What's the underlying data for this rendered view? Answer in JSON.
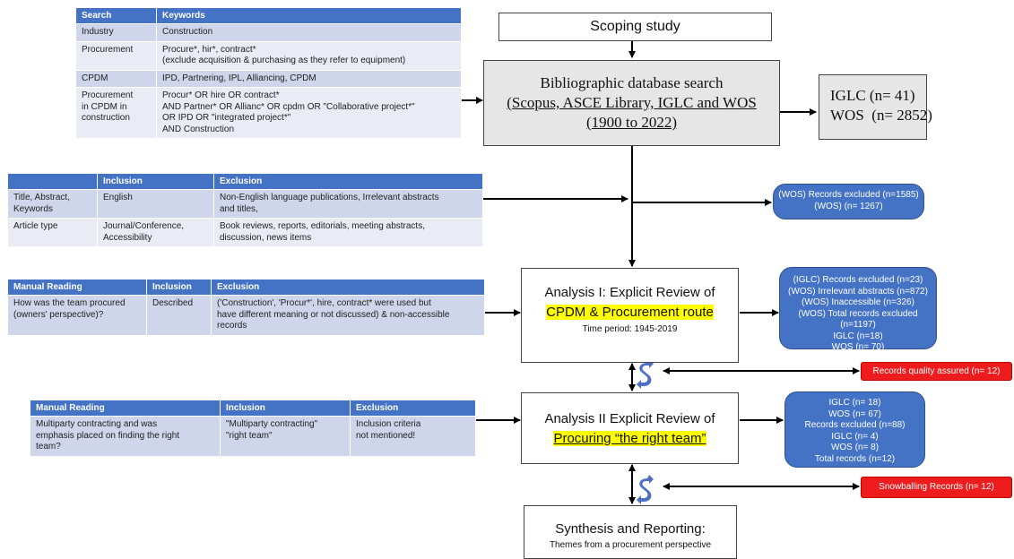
{
  "top_table": {
    "headers": [
      "Search",
      "Keywords"
    ],
    "rows": [
      [
        "Industry",
        "Construction"
      ],
      [
        "Procurement",
        "Procure*, hir*, contract*\n(exclude acquisition & purchasing as they refer to equipment)"
      ],
      [
        "CPDM",
        "IPD, Partnering, IPL, Alliancing, CPDM"
      ],
      [
        "Procurement\nin CPDM in\nconstruction",
        "Procur* OR hire OR contract*\nAND Partner* OR Allianc* OR cpdm OR \"Collaborative project*\"\nOR IPD OR \"integrated project*\"\nAND Construction"
      ]
    ]
  },
  "inclusion_table": {
    "headers": [
      "",
      "Inclusion",
      "Exclusion"
    ],
    "rows": [
      [
        "Title, Abstract,\nKeywords",
        "English",
        "Non-English language publications, Irrelevant abstracts\nand titles,"
      ],
      [
        "Article type",
        "Journal/Conference,\nAccessibility",
        "Book reviews, reports, editorials, meeting abstracts,\ndiscussion, news items"
      ]
    ]
  },
  "manual_table_1": {
    "headers": [
      "Manual Reading",
      "Inclusion",
      "Exclusion"
    ],
    "rows": [
      [
        "How was the team procured\n(owners' perspective)?",
        "Described",
        "('Construction', 'Procur*', hire, contract* were used but\nhave different meaning or not discussed) & non-accessible\nrecords"
      ]
    ]
  },
  "manual_table_2": {
    "headers": [
      "Manual Reading",
      "Inclusion",
      "Exclusion"
    ],
    "rows": [
      [
        "Multiparty contracting and was\nemphasis placed on finding the right\nteam?",
        "\"Multiparty contracting\"\n\"right team\"",
        "Inclusion criteria\nnot mentioned!"
      ]
    ]
  },
  "flow": {
    "scoping": "Scoping study",
    "biblio_title": "Bibliographic database search",
    "biblio_line2": "(Scopus, ASCE Library, IGLC and WOS",
    "biblio_line3": "(1900 to 2022)",
    "counts_line1": "IGLC (n= 41)",
    "counts_line2": "WOS  (n= 2852)",
    "analysis1_line1": "Analysis I: Explicit Review of",
    "analysis1_line2": "CPDM & Procurement route",
    "analysis1_line3": "Time period: 1945-2019",
    "analysis2_line1": "Analysis II Explicit Review of",
    "analysis2_line2": "Procuring “the right team”",
    "synthesis_line1": "Synthesis and Reporting:",
    "synthesis_line2": "Themes from a procurement perspective"
  },
  "excluded_1": [
    "(WOS) Records excluded (n=1585)",
    "(WOS) (n= 1267)"
  ],
  "excluded_2": [
    "(IGLC) Records excluded (n=23)",
    "(WOS) Irrelevant abstracts (n=872)",
    "(WOS) Inaccessible (n=326)",
    "(WOS) Total records excluded (n=1197)",
    "IGLC (n=18)",
    "WOS (n= 70)"
  ],
  "excluded_3": [
    "IGLC (n= 18)",
    "WOS (n= 67)",
    "Records excluded (n=88)",
    "IGLC (n= 4)",
    "WOS (n= 8)",
    "Total records (n=12)"
  ],
  "quality_label": "Records quality assured (n= 12)",
  "snowball_label": "Snowballing Records (n= 12)",
  "colors": {
    "header_blue": "#4472c4",
    "row_dark": "#cfd5ea",
    "row_light": "#e9ebf5",
    "highlight": "#ffff00",
    "red": "#ee1c1c"
  }
}
